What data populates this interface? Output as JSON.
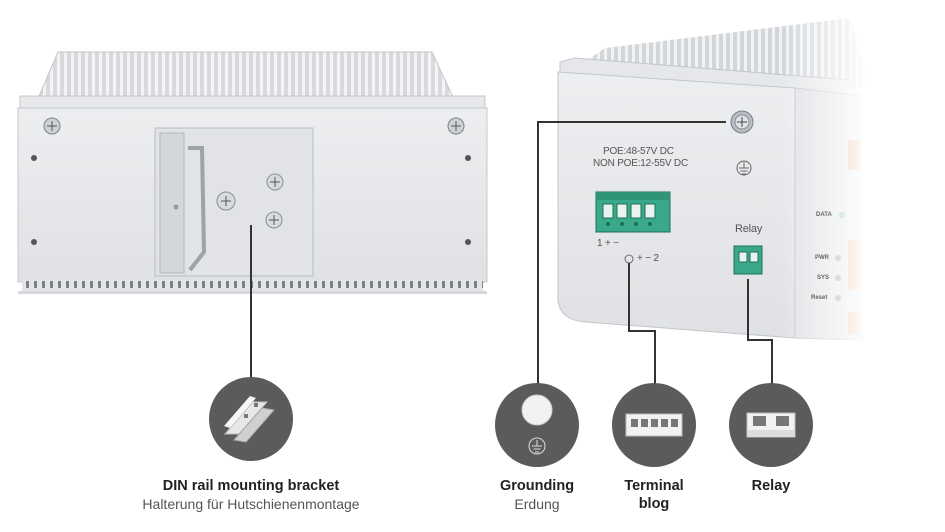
{
  "device_labels": {
    "poe_line1": "POE:48-57V DC",
    "poe_line2": "NON POE:12-55V DC",
    "relay": "Relay",
    "pins_left": "1 + −",
    "pins_right": "+ − 2",
    "led_data": "DATA",
    "led_pwr": "PWR",
    "led_sys": "SYS",
    "led_reset": "Reset"
  },
  "features": [
    {
      "icon": "din-rail-icon",
      "title": "DIN rail mounting bracket",
      "subtitle": "Halterung für Hutschienenmontage"
    },
    {
      "icon": "grounding-icon",
      "title": "Grounding",
      "subtitle": "Erdung"
    },
    {
      "icon": "terminal-block-icon",
      "title": "Terminal blog",
      "subtitle": ""
    },
    {
      "icon": "relay-icon",
      "title": "Relay",
      "subtitle": ""
    }
  ],
  "colors": {
    "icon_circle": "#5b5b5b",
    "leader_line": "#333333",
    "terminal_green": "#3aa88a",
    "device_body": "#e9eaec"
  }
}
